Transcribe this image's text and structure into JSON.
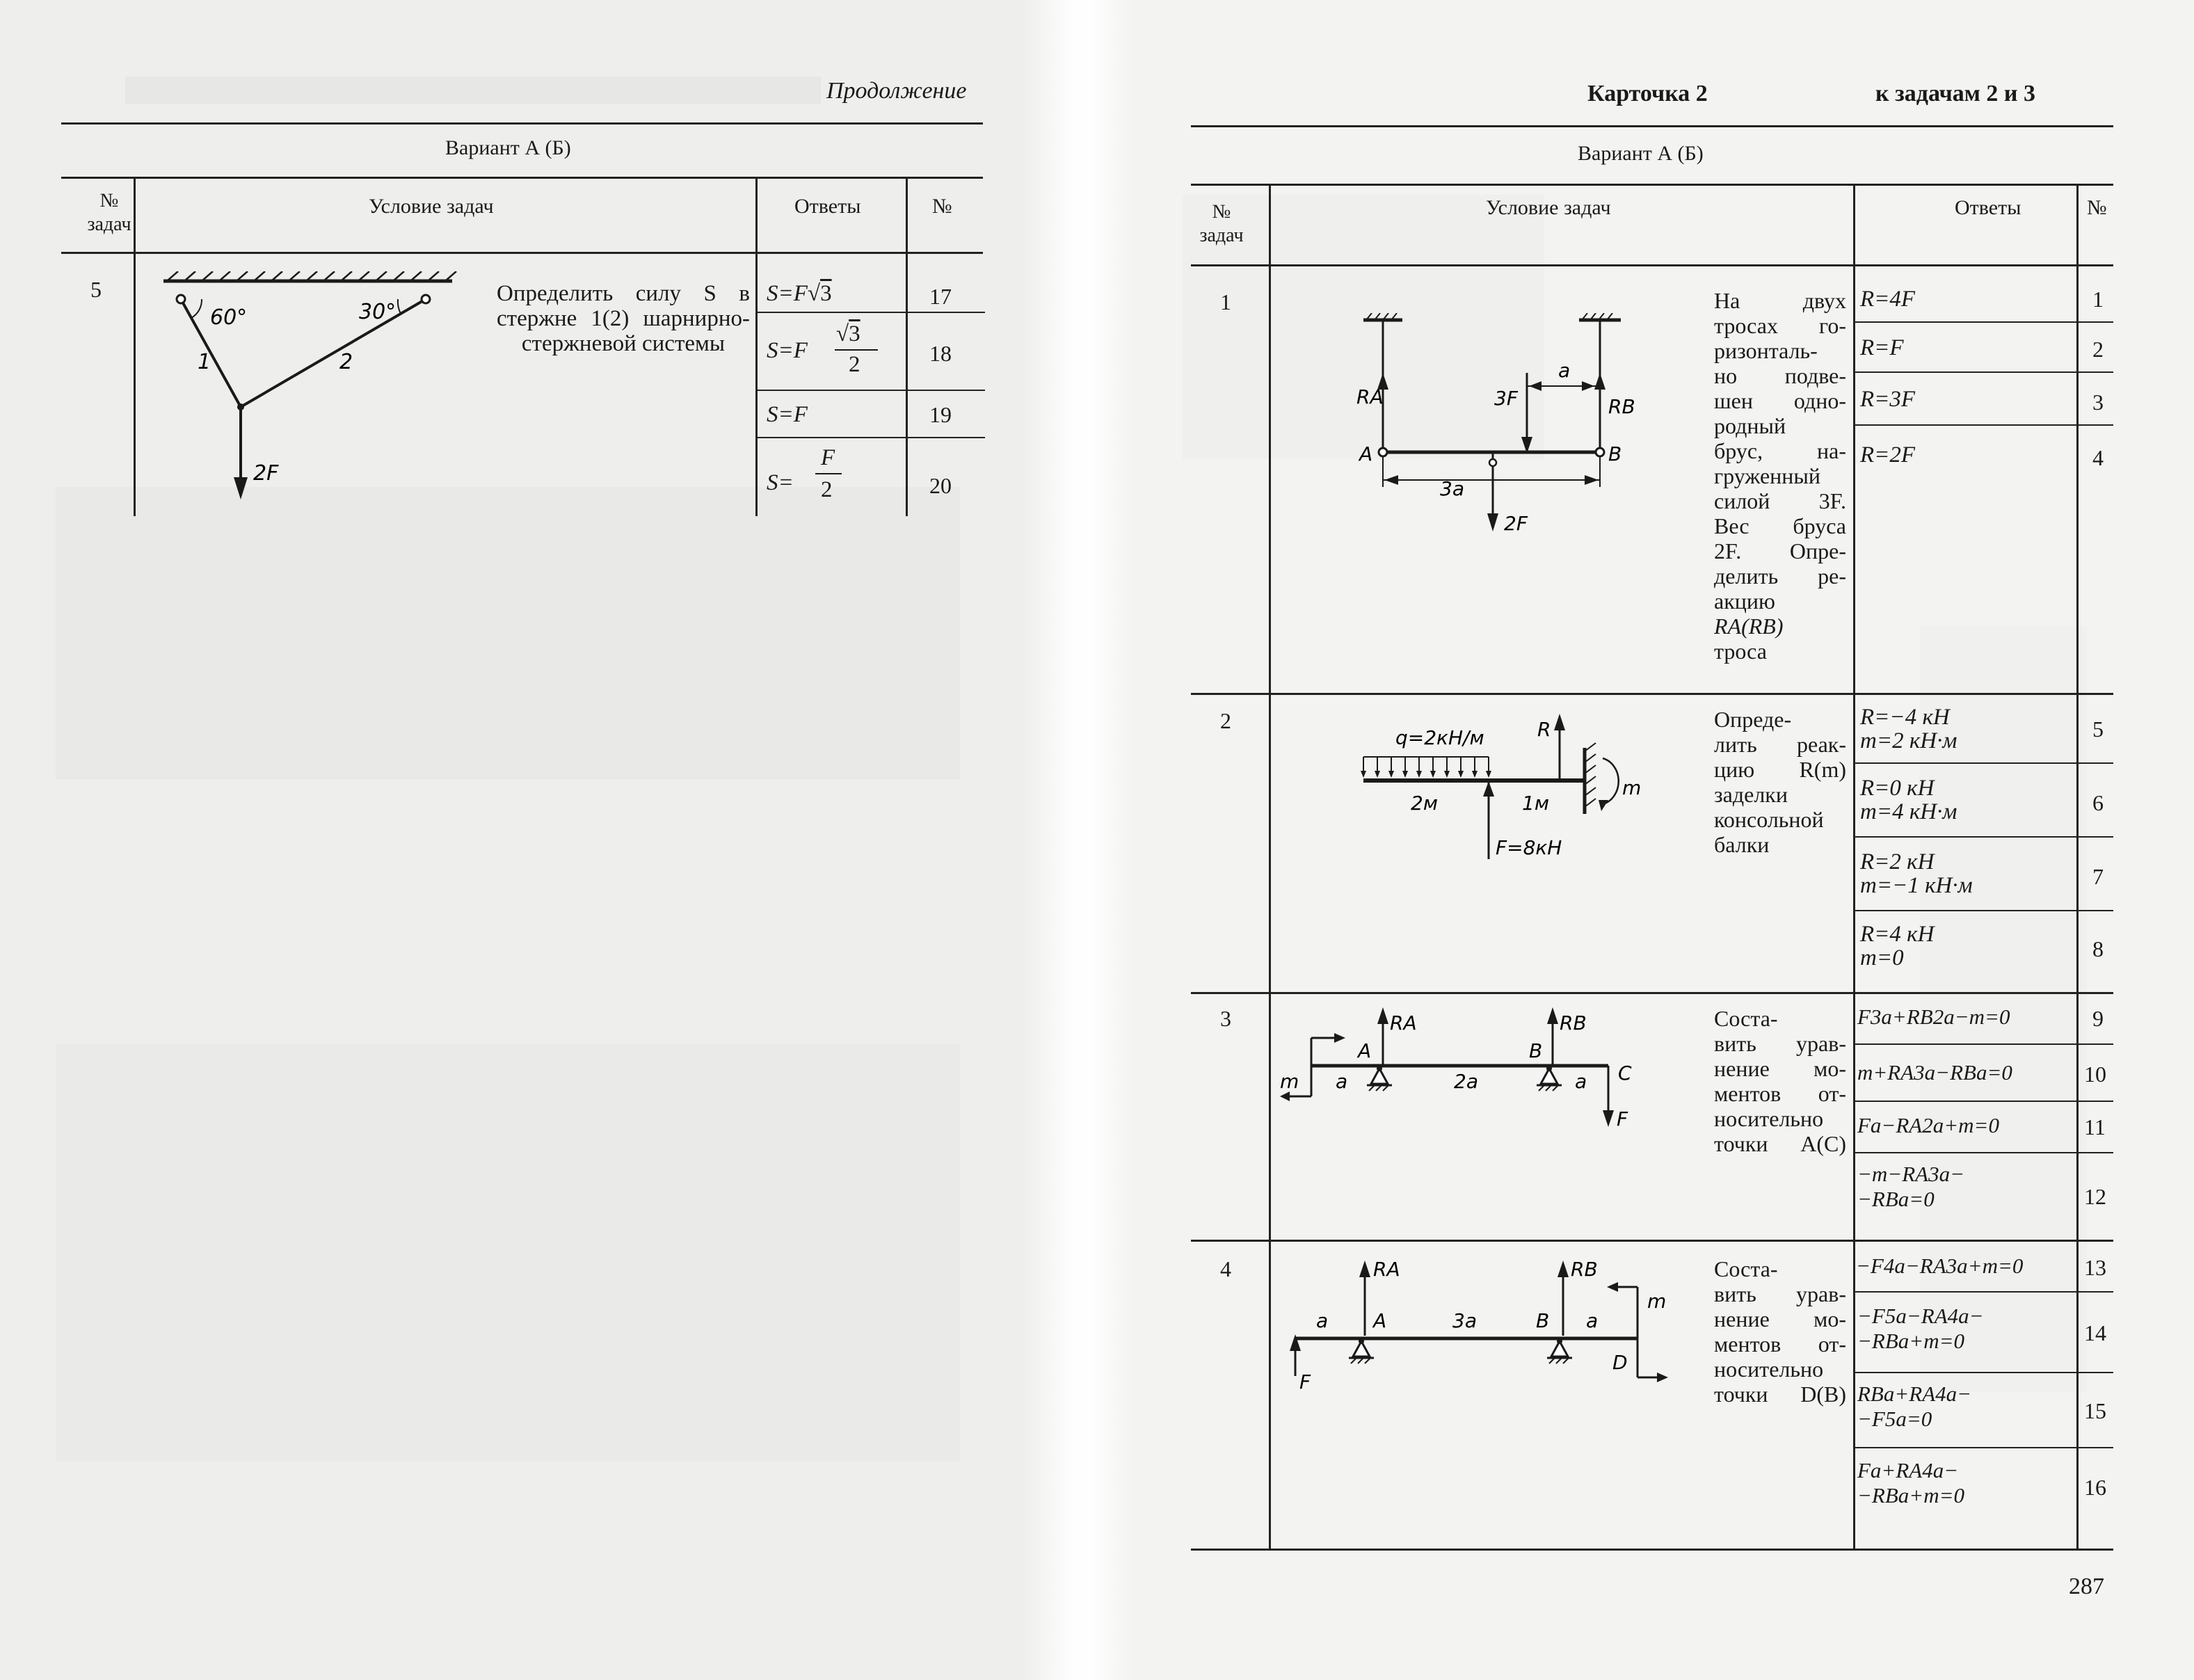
{
  "left": {
    "header_right": "Продолжение",
    "variant": "Вариант А (Б)",
    "columns": {
      "task_no": [
        "№",
        "задач"
      ],
      "condition": "Условие задач",
      "answers": "Ответы",
      "no": "№"
    },
    "task5": {
      "number": "5",
      "condition_lines": [
        "Определить силу S в",
        "стержне 1(2) шарнирно-",
        "стержневой системы"
      ],
      "diagram": {
        "angle_left": "60°",
        "angle_right": "30°",
        "rod1": "1",
        "rod2": "2",
        "load": "2F"
      },
      "answers": [
        {
          "pre": "S=F",
          "sqrt": "3",
          "den": "",
          "no": "17"
        },
        {
          "pre": "S=F",
          "sqrt": "3",
          "den": "2",
          "no": "18"
        },
        {
          "pre": "S=F",
          "sqrt": "",
          "den": "",
          "no": "19"
        },
        {
          "pre": "S=",
          "frac_num": "F",
          "den": "2",
          "no": "20"
        }
      ]
    }
  },
  "right": {
    "title": "Карточка 2",
    "subtitle": "к задачам 2 и 3",
    "variant": "Вариант А (Б)",
    "columns": {
      "task_no": [
        "№",
        "задач"
      ],
      "condition": "Условие задач",
      "answers": "Ответы",
      "no": "№"
    },
    "page_number": "287",
    "tasks": [
      {
        "number": "1",
        "text_lines": [
          "На двух",
          "тросах го-",
          "ризонталь-",
          "но подве-",
          "шен одно-",
          "родный",
          "брус, на-",
          "груженный",
          "силой 3F.",
          "Вес бруса",
          "2F. Опре-",
          "делить ре-",
          "акцию",
          "RA(RB)",
          "троса"
        ],
        "diagram": {
          "ra": "RA",
          "rb": "RB",
          "a": "a",
          "f3": "3F",
          "point_a": "A",
          "point_b": "B",
          "len": "3a",
          "weight": "2F"
        },
        "answers": [
          {
            "lines": [
              "R=4F"
            ],
            "no": "1"
          },
          {
            "lines": [
              "R=F"
            ],
            "no": "2"
          },
          {
            "lines": [
              "R=3F"
            ],
            "no": "3"
          },
          {
            "lines": [
              "R=2F"
            ],
            "no": "4"
          }
        ]
      },
      {
        "number": "2",
        "text_lines": [
          "Опреде-",
          "лить реак-",
          "цию R(m)",
          "заделки",
          "консольной",
          "балки"
        ],
        "diagram": {
          "q": "q=2кН/м",
          "r": "R",
          "m": "m",
          "l1": "2м",
          "l2": "1м",
          "f": "F=8кН"
        },
        "answers": [
          {
            "lines": [
              "R=−4 кН",
              "m=2 кН·м"
            ],
            "no": "5"
          },
          {
            "lines": [
              "R=0 кН",
              "m=4 кН·м"
            ],
            "no": "6"
          },
          {
            "lines": [
              "R=2 кН",
              "m=−1 кН·м"
            ],
            "no": "7"
          },
          {
            "lines": [
              "R=4 кН",
              "m=0"
            ],
            "no": "8"
          }
        ]
      },
      {
        "number": "3",
        "text_lines": [
          "Соста-",
          "вить урав-",
          "нение мо-",
          "ментов от-",
          "носительно",
          "точки A(C)"
        ],
        "diagram": {
          "m": "m",
          "a1": "a",
          "pa": "A",
          "ra": "RA",
          "span": "2a",
          "pb": "B",
          "rb": "RB",
          "a2": "a",
          "c": "C",
          "f": "F"
        },
        "answers": [
          {
            "lines": [
              "F3a+RB2a−m=0"
            ],
            "no": "9"
          },
          {
            "lines": [
              "m+RA3a−RBa=0"
            ],
            "no": "10"
          },
          {
            "lines": [
              "Fa−RA2a+m=0"
            ],
            "no": "11"
          },
          {
            "lines": [
              "−m−RA3a−",
              "−RBa=0"
            ],
            "no": "12"
          }
        ]
      },
      {
        "number": "4",
        "text_lines": [
          "Соста-",
          "вить урав-",
          "нение мо-",
          "ментов от-",
          "носительно",
          "точки D(B)"
        ],
        "diagram": {
          "a1": "a",
          "pa": "A",
          "ra": "RA",
          "span": "3a",
          "pb": "B",
          "rb": "RB",
          "a2": "a",
          "m": "m",
          "d": "D",
          "f": "F"
        },
        "answers": [
          {
            "lines": [
              "−F4a−RA3a+m=0"
            ],
            "no": "13"
          },
          {
            "lines": [
              "−F5a−RA4a−",
              "−RBa+m=0"
            ],
            "no": "14"
          },
          {
            "lines": [
              "RBa+RA4a−",
              "−F5a=0"
            ],
            "no": "15"
          },
          {
            "lines": [
              "Fa+RA4a−",
              "−RBa+m=0"
            ],
            "no": "16"
          }
        ]
      }
    ]
  }
}
